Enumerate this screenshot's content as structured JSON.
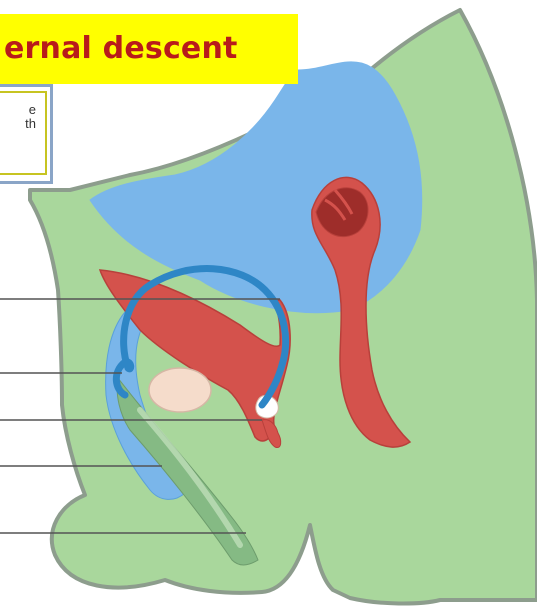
{
  "title": {
    "text": "ernal descent"
  },
  "caption": {
    "line1": "e",
    "line2": "th"
  },
  "colors": {
    "tissue_fill": "#a9d79c",
    "tissue_outline": "#8d9d8d",
    "peritoneum_blue": "#7ab6ea",
    "peritoneum_stroke": "#2e86c6",
    "vessel_red": "#d4524c",
    "vessel_dark": "#9e2d2a",
    "organ_beige": "#f5dccb",
    "gubernaculum_green": "#85ba84",
    "banner_yellow": "#ffff00",
    "banner_text": "#b81b1b",
    "leader_line": "#545454"
  }
}
